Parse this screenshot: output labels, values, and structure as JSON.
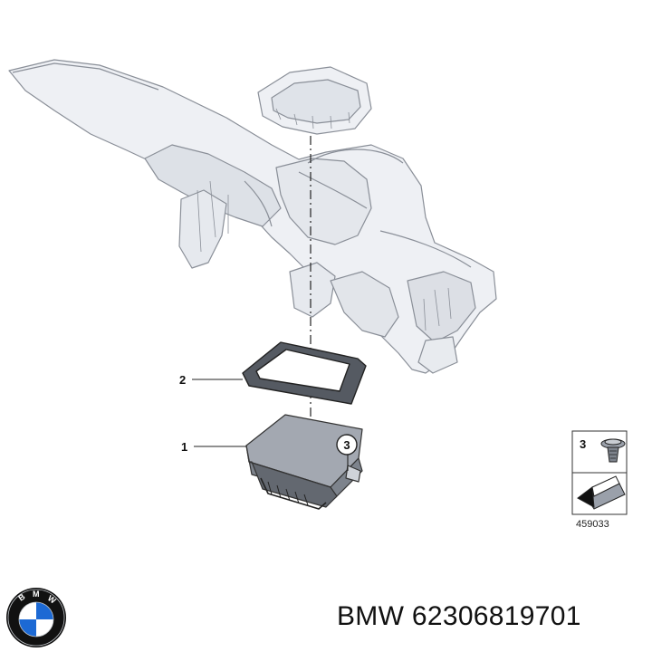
{
  "diagram": {
    "callouts": [
      {
        "id": "callout-1",
        "label": "1"
      },
      {
        "id": "callout-2",
        "label": "2"
      },
      {
        "id": "callout-3",
        "label": "3"
      }
    ],
    "legend": {
      "item_label": "3",
      "reference_code": "459033"
    },
    "logo": {
      "brand": "BMW",
      "letters": "BMW"
    }
  },
  "caption": {
    "brand": "BMW",
    "part_number": "62306819701"
  },
  "colors": {
    "line": "#555555",
    "panel_fill": "#eceff3",
    "part_fill": "#9aa0aa",
    "blue": "#1c69d4",
    "black": "#111111"
  }
}
